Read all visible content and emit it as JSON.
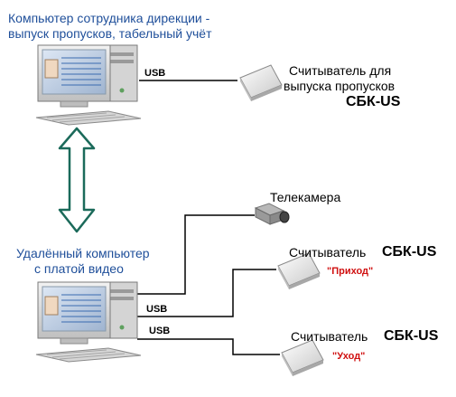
{
  "top_computer": {
    "caption_line1": "Компьютер сотрудника дирекции -",
    "caption_line2": "выпуск пропусков, табельный учёт"
  },
  "remote_computer": {
    "caption_line1": "Удалённый компьютер",
    "caption_line2": "с  платой видео"
  },
  "usb_labels": [
    "USB",
    "USB",
    "USB"
  ],
  "reader_issue": {
    "line1": "Считыватель  для",
    "line2": "выпуска пропусков",
    "model": "СБК-US"
  },
  "camera": {
    "label": "Телекамера"
  },
  "reader_in": {
    "label": "Считыватель",
    "model": "СБК-US",
    "note": "\"Приход\""
  },
  "reader_out": {
    "label": "Считыватель",
    "model": "СБК-US",
    "note": "\"Уход\""
  },
  "colors": {
    "caption": "#1f4f9a",
    "arrow": "#1b6a5a",
    "note": "#d01010"
  },
  "icons": [
    "computer-icon",
    "card-reader-icon",
    "video-camera-icon",
    "double-arrow-icon"
  ]
}
